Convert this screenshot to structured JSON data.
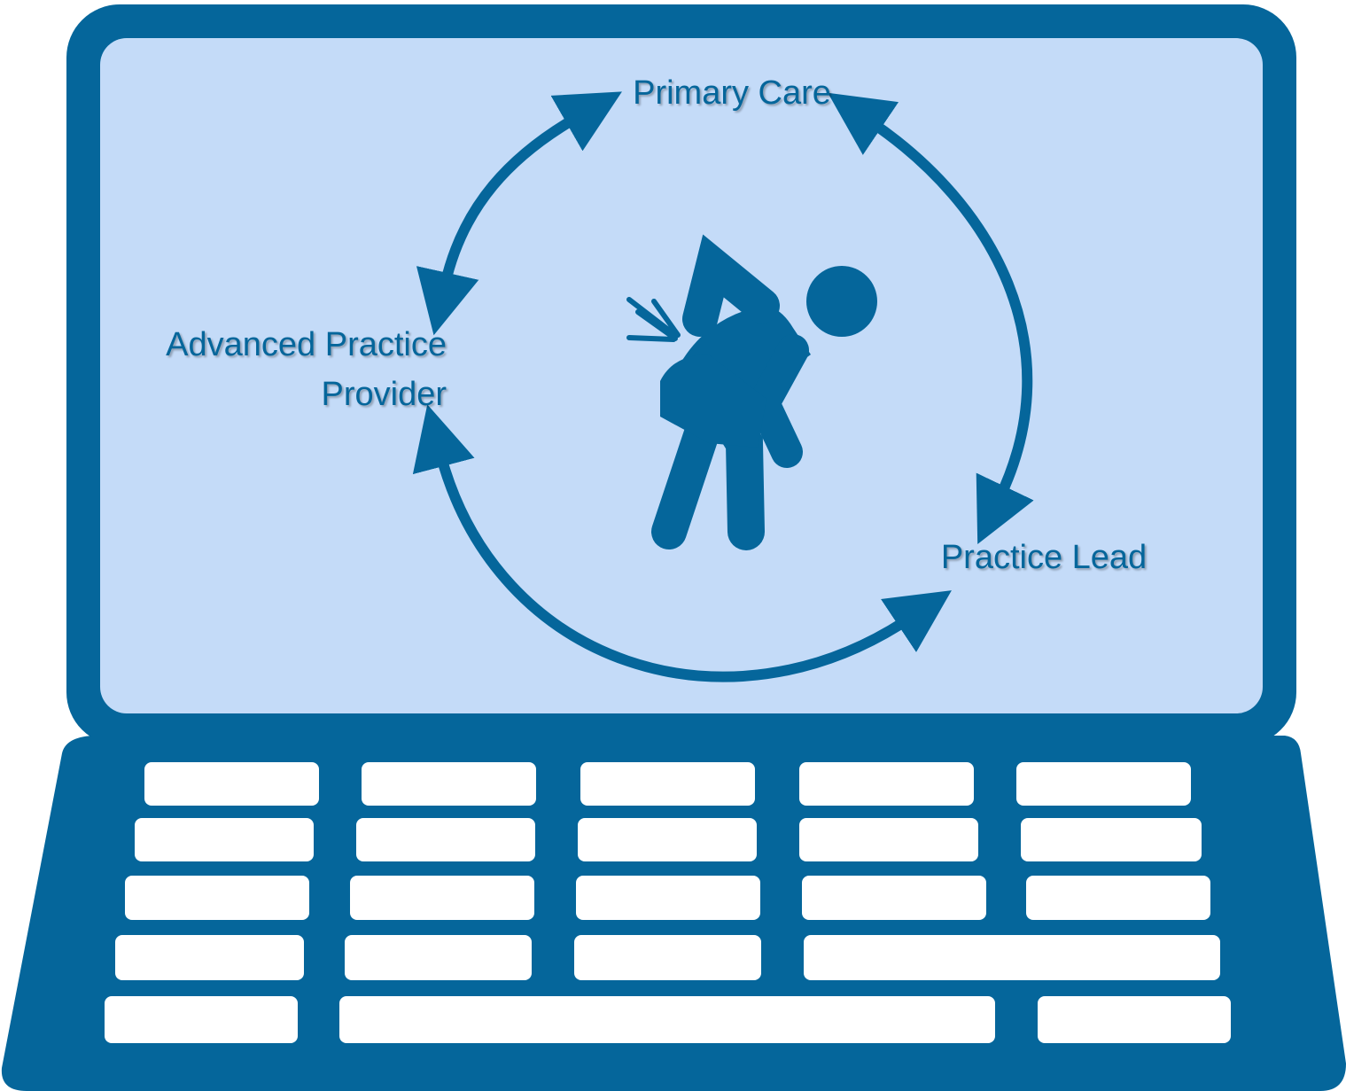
{
  "colors": {
    "frame": "#05669b",
    "screen": "#c4dbf8",
    "key": "#ffffff",
    "text": "#05669b"
  },
  "nodes": {
    "top": "Primary Care",
    "left_line1": "Advanced Practice",
    "left_line2": "Provider",
    "right": "Practice Lead"
  },
  "icons": {
    "center": "person-back-pain-icon",
    "device": "laptop-icon"
  }
}
